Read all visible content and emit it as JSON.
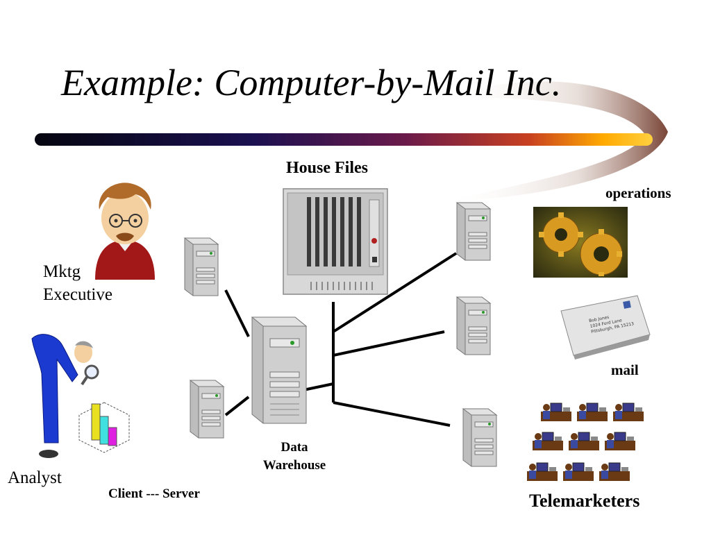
{
  "slide": {
    "title": "Example: Computer-by-Mail Inc."
  },
  "labels": {
    "house_files": "House Files",
    "operations": "operations",
    "mktg": "Mktg",
    "executive": "Executive",
    "mail": "mail",
    "data": "Data",
    "warehouse": "Warehouse",
    "analyst": "Analyst",
    "client_server": "Client --- Server",
    "telemarketers": "Telemarketers"
  },
  "envelope": {
    "line1": "Bob Jones",
    "line2": "1024 Ford Lane",
    "line3": "Pittsburgh, PA 15213"
  },
  "colors": {
    "title_bar_start": "#0a0a1e",
    "title_bar_mid": "#5a1a4a",
    "title_bar_end": "#ff9900",
    "server_body": "#c8c8c8",
    "line": "#000000"
  }
}
